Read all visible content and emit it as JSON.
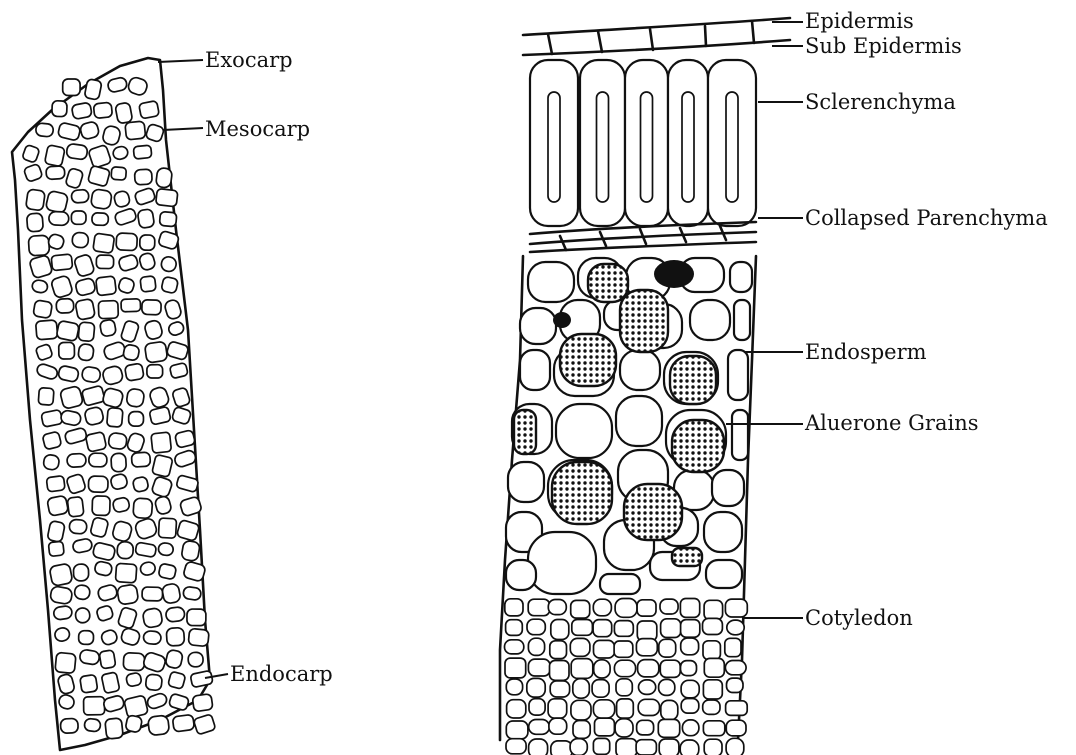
{
  "pericarp_labels": {
    "exocarp": "Exocarp",
    "mesocarp": "Mesocarp",
    "endocarp": "Endocarp"
  },
  "seed_labels": {
    "epidermis": "Epidermis",
    "sub_epidermis": "Sub Epidermis",
    "sclerenchyma": "Sclerenchyma",
    "collapsed_parenchyma": "Collapsed Parenchyma",
    "endosperm": "Endosperm",
    "aleurone_grains": "Aluerone Grains",
    "cotyledon": "Cotyledon"
  },
  "colors": {
    "ink": "#111111",
    "background": "#ffffff"
  }
}
